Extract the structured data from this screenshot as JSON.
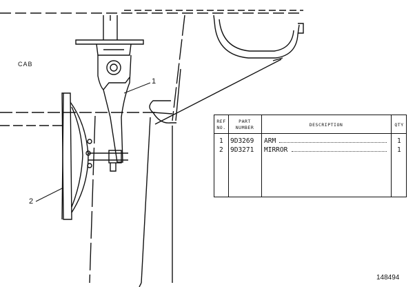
{
  "labels": {
    "cab": "CAB",
    "callout_1": "1",
    "callout_2": "2",
    "figure_number": "148494"
  },
  "parts_table": {
    "headers": {
      "ref_no": [
        "REF",
        "NO."
      ],
      "part_number": [
        "PART",
        "NUMBER"
      ],
      "description": "DESCRIPTION",
      "qty": "QTY"
    },
    "rows": [
      {
        "ref": "1",
        "part": "9D3269",
        "description": "ARM",
        "qty": "1"
      },
      {
        "ref": "2",
        "part": "9D3271",
        "description": "MIRROR",
        "qty": "1"
      }
    ]
  }
}
